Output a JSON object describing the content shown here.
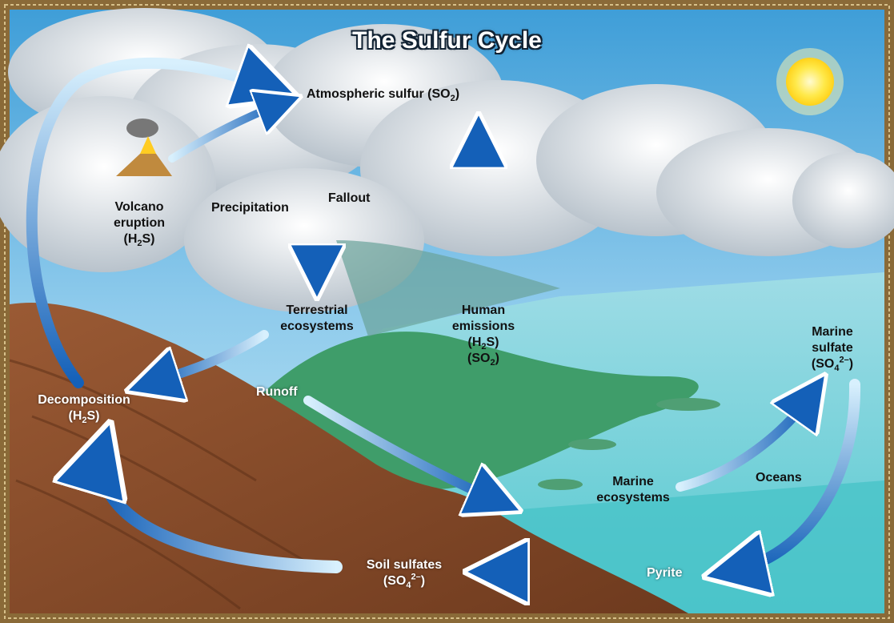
{
  "title": "The Sulfur Cycle",
  "labels": {
    "atmospheric_sulfur": {
      "text": "Atmospheric sulfur (SO",
      "sub": "2",
      "close": ")"
    },
    "fallout": "Fallout",
    "precipitation": "Precipitation",
    "volcano": {
      "line1": "Volcano",
      "line2": "eruption",
      "line3_pre": "(H",
      "line3_sub": "2",
      "line3_post": "S)"
    },
    "terrestrial": {
      "line1": "Terrestrial",
      "line2": "ecosystems"
    },
    "human": {
      "line1": "Human",
      "line2": "emissions",
      "line3_pre": "(H",
      "line3_sub": "2",
      "line3_post": "S)",
      "line4_pre": "(SO",
      "line4_sub": "2",
      "line4_post": ")"
    },
    "decomposition": {
      "line1": "Decomposition",
      "line2_pre": "(H",
      "line2_sub": "2",
      "line2_post": "S)"
    },
    "runoff": "Runoff",
    "marine_sulfate": {
      "line1": "Marine",
      "line2": "sulfate",
      "line3_pre": "(SO",
      "line3_sub": "4",
      "line3_sup": "2–",
      "line3_post": ")"
    },
    "oceans": "Oceans",
    "marine_ecosystems": {
      "line1": "Marine",
      "line2": "ecosystems"
    },
    "pyrite": "Pyrite",
    "soil_sulfates": {
      "line1": "Soil sulfates",
      "line2_pre": "(SO",
      "line2_sub": "4",
      "line2_sup": "2–",
      "line2_post": ")"
    }
  },
  "colors": {
    "frame": "#8a6a38",
    "sky": "#5fb0e0",
    "ocean": "#7fd6dc",
    "land": "#8a4e2c",
    "arrow_light": "#bfe6fb",
    "arrow_dark": "#1460b8",
    "sun": "#ffe94a"
  }
}
